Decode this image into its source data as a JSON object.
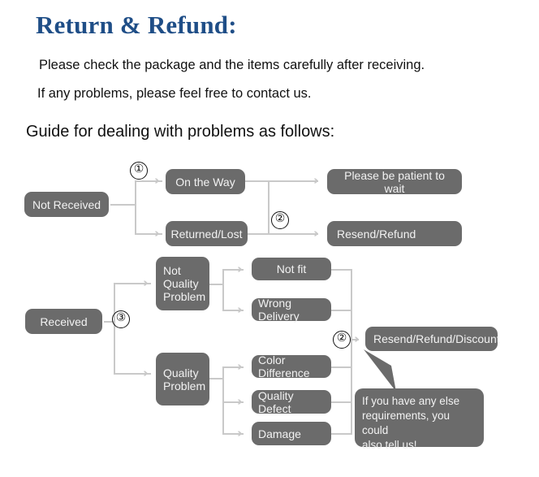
{
  "header": {
    "title": "Return & Refund:",
    "line1": "Please check the package and the items carefully after receiving.",
    "line2": "If any problems, please feel free to contact us.",
    "guide": "Guide for dealing with problems as follows:"
  },
  "colors": {
    "title": "#1f4e87",
    "node_fill": "#6b6b6b",
    "node_text": "#f2f2f2",
    "connector": "#c9c9c9",
    "background": "#ffffff"
  },
  "flowchart": {
    "nodes": [
      {
        "id": "not-received",
        "label": "Not Received"
      },
      {
        "id": "on-the-way",
        "label": "On the Way"
      },
      {
        "id": "returned-lost",
        "label": "Returned/Lost"
      },
      {
        "id": "please-be-patient",
        "label": "Please be patient to wait"
      },
      {
        "id": "resend-refund",
        "label": "Resend/Refund"
      },
      {
        "id": "received",
        "label": "Received"
      },
      {
        "id": "not-quality-problem",
        "label": "Not\nQuality\nProblem"
      },
      {
        "id": "quality-problem",
        "label": "Quality\nProblem"
      },
      {
        "id": "not-fit",
        "label": "Not fit"
      },
      {
        "id": "wrong-delivery",
        "label": "Wrong Delivery"
      },
      {
        "id": "color-difference",
        "label": "Color Difference"
      },
      {
        "id": "quality-defect",
        "label": "Quality Defect"
      },
      {
        "id": "damage",
        "label": "Damage"
      },
      {
        "id": "resend-refund-discount",
        "label": "Resend/Refund/Discount"
      }
    ],
    "markers": [
      {
        "id": "marker-1",
        "label": "①"
      },
      {
        "id": "marker-2-top",
        "label": "②"
      },
      {
        "id": "marker-3",
        "label": "③"
      },
      {
        "id": "marker-2-bottom",
        "label": "②"
      }
    ],
    "callout": {
      "id": "callout-bubble",
      "label": "If you have any else\nrequirements, you could\nalso tell us!"
    }
  }
}
